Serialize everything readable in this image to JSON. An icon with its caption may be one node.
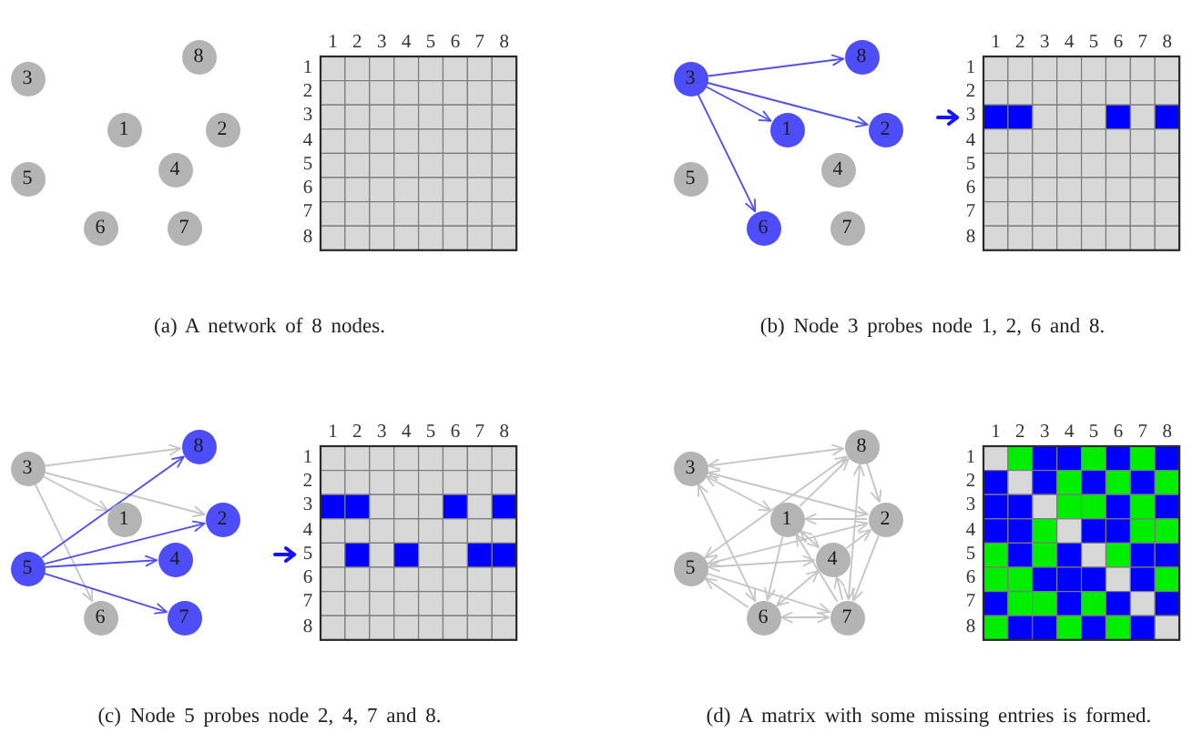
{
  "diagram": {
    "nodes": [
      {
        "text": [
          "1"
        ]
      },
      {
        "text": [
          "2"
        ]
      },
      {
        "text": [
          "3"
        ]
      },
      {
        "text": [
          "4"
        ]
      },
      {
        "text": [
          "5"
        ]
      },
      {
        "text": [
          "6"
        ]
      },
      {
        "text": [
          "7"
        ]
      },
      {
        "text": [
          "8"
        ]
      },
      {
        "text": [
          "1"
        ]
      },
      {
        "text": [
          "2"
        ]
      },
      {
        "text": [
          "3"
        ]
      },
      {
        "text": [
          "4"
        ]
      },
      {
        "text": [
          "5"
        ]
      },
      {
        "text": [
          "6"
        ]
      },
      {
        "text": [
          "7"
        ]
      },
      {
        "text": [
          "8"
        ]
      },
      {
        "text": [
          "1"
        ]
      },
      {
        "text": [
          "2"
        ]
      },
      {
        "text": [
          "3"
        ]
      },
      {
        "text": [
          "4"
        ]
      },
      {
        "text": [
          "5"
        ]
      },
      {
        "text": [
          "6"
        ]
      },
      {
        "text": [
          "7"
        ]
      },
      {
        "text": [
          "8"
        ]
      },
      {
        "text": [
          "1"
        ]
      },
      {
        "text": [
          "2"
        ]
      },
      {
        "text": [
          "3"
        ]
      },
      {
        "text": [
          "4"
        ]
      },
      {
        "text": [
          "5"
        ]
      },
      {
        "text": [
          "6"
        ]
      },
      {
        "text": [
          "7"
        ]
      },
      {
        "text": [
          "8"
        ]
      }
    ],
    "edges": [
      {
        "from": 10,
        "to": 15,
        "arrow": "to",
        "color": "#5050f0"
      },
      {
        "from": 10,
        "to": 8,
        "arrow": "to",
        "color": "#5050f0"
      },
      {
        "from": 10,
        "to": 9,
        "arrow": "to",
        "color": "#5050f0"
      },
      {
        "from": 10,
        "to": 13,
        "arrow": "to",
        "color": "#5050f0"
      },
      {
        "from": 18,
        "to": 23,
        "arrow": "to"
      },
      {
        "from": 18,
        "to": 16,
        "arrow": "to"
      },
      {
        "from": 18,
        "to": 17,
        "arrow": "to"
      },
      {
        "from": 18,
        "to": 21,
        "arrow": "to"
      },
      {
        "from": 20,
        "to": 23,
        "arrow": "to",
        "color": "#5050f0"
      },
      {
        "from": 20,
        "to": 17,
        "arrow": "to",
        "color": "#5050f0"
      },
      {
        "from": 20,
        "to": 19,
        "arrow": "to",
        "color": "#5050f0"
      },
      {
        "from": 20,
        "to": 22,
        "arrow": "to",
        "color": "#5050f0"
      },
      {
        "from": 24,
        "to": 26,
        "arrow": "both"
      },
      {
        "from": 24,
        "to": 27,
        "arrow": "both"
      },
      {
        "from": 24,
        "to": 29,
        "arrow": "to"
      },
      {
        "from": 24,
        "to": 31,
        "arrow": "to"
      },
      {
        "from": 25,
        "to": 24,
        "arrow": "to"
      },
      {
        "from": 25,
        "to": 26,
        "arrow": "both"
      },
      {
        "from": 25,
        "to": 28,
        "arrow": "both"
      },
      {
        "from": 25,
        "to": 30,
        "arrow": "to"
      },
      {
        "from": 26,
        "to": 29,
        "arrow": "both"
      },
      {
        "from": 26,
        "to": 31,
        "arrow": "both"
      },
      {
        "from": 27,
        "to": 25,
        "arrow": "to"
      },
      {
        "from": 27,
        "to": 28,
        "arrow": "both"
      },
      {
        "from": 27,
        "to": 29,
        "arrow": "both"
      },
      {
        "from": 28,
        "to": 30,
        "arrow": "to"
      },
      {
        "from": 28,
        "to": 31,
        "arrow": "both"
      },
      {
        "from": 29,
        "to": 28,
        "arrow": "to"
      },
      {
        "from": 29,
        "to": 30,
        "arrow": "both"
      },
      {
        "from": 30,
        "to": 24,
        "arrow": "to"
      },
      {
        "from": 30,
        "to": 27,
        "arrow": "to"
      },
      {
        "from": 30,
        "to": 31,
        "arrow": "both"
      },
      {
        "from": 31,
        "to": 25,
        "arrow": "to"
      }
    ],
    "labels": [
      "1",
      "2",
      "3",
      "4",
      "5",
      "6",
      "7",
      "8",
      "1",
      "2",
      "3",
      "4",
      "5",
      "6",
      "7",
      "8",
      "(a) A network of 8 nodes.",
      "1",
      "2",
      "3",
      "4",
      "5",
      "6",
      "7",
      "8",
      "1",
      "2",
      "3",
      "4",
      "5",
      "6",
      "7",
      "8",
      "(b) Node 3 probes node 1, 2, 6 and 8.",
      "1",
      "2",
      "3",
      "4",
      "5",
      "6",
      "7",
      "8",
      "1",
      "2",
      "3",
      "4",
      "5",
      "6",
      "7",
      "8",
      "(c) Node 5 probes node 2, 4, 7 and 8.",
      "1",
      "2",
      "3",
      "4",
      "5",
      "6",
      "7",
      "8",
      "1",
      "2",
      "3",
      "4",
      "5",
      "6",
      "7",
      "8",
      "(d) A matrix with some missing entries is formed."
    ]
  }
}
